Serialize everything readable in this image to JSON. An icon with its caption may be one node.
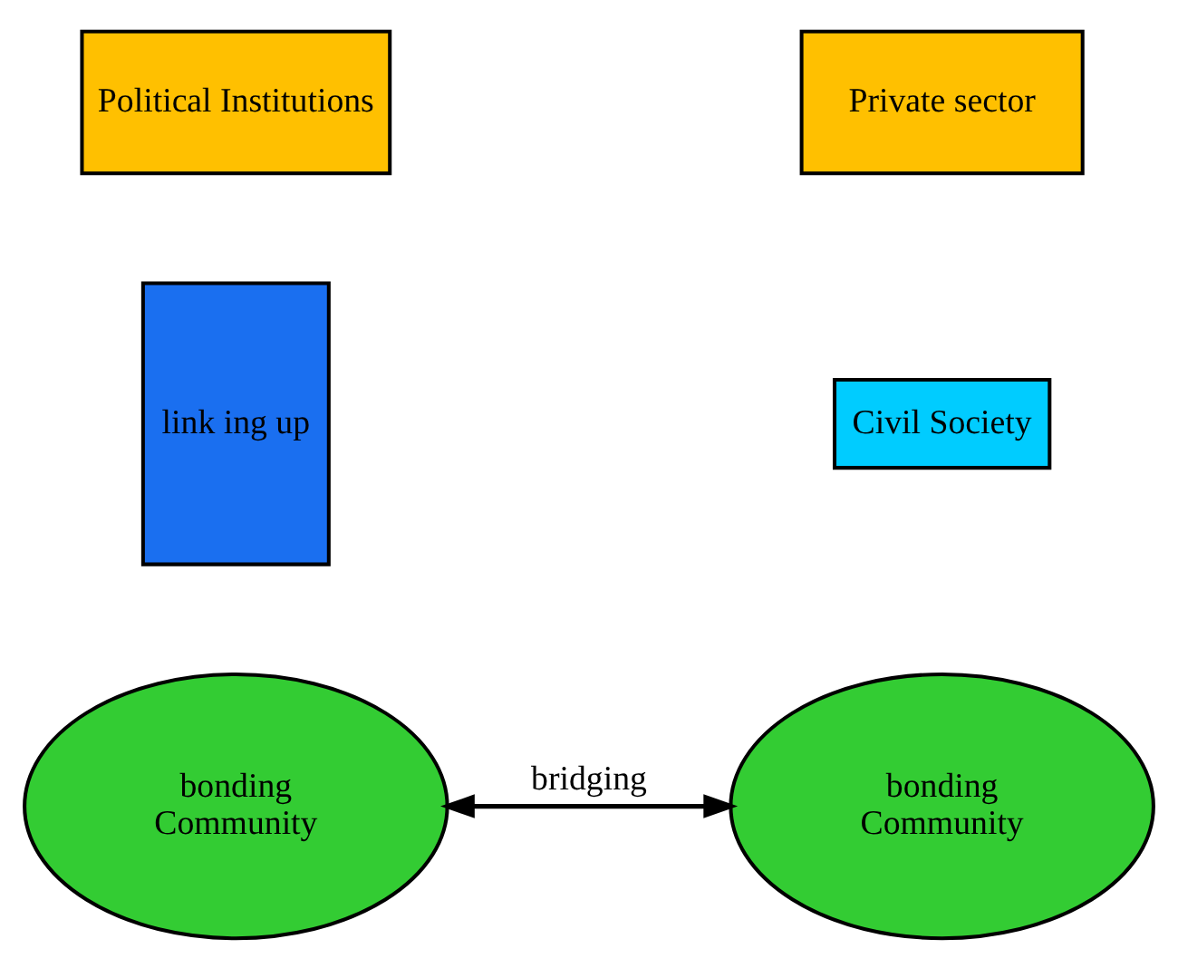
{
  "diagram": {
    "nodes": [
      {
        "text": [
          "Political Institutions"
        ]
      },
      {
        "text": [
          "Private sector"
        ]
      },
      {
        "text": [
          "link ing up"
        ]
      },
      {
        "text": [
          "Civil Society"
        ]
      },
      {
        "text": [
          "bonding",
          "Community"
        ]
      },
      {
        "text": [
          "bonding",
          "Community"
        ]
      }
    ],
    "edges": [
      {
        "from": 4,
        "to": 5,
        "arrow": "both",
        "label": "bridging"
      }
    ]
  }
}
